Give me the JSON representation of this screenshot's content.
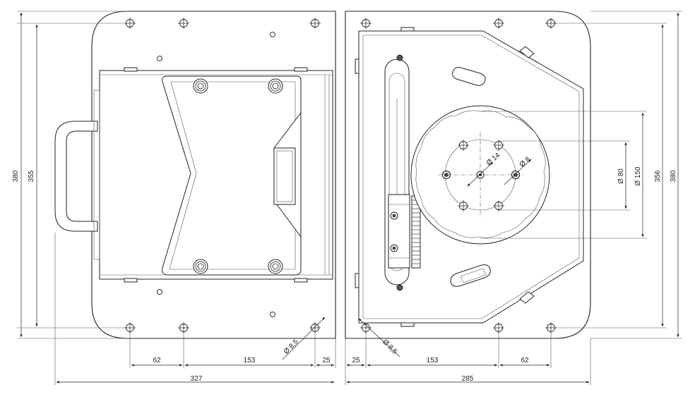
{
  "left_view": {
    "dims": {
      "height_outer": "380",
      "height_inner": "355",
      "bottom_62": "62",
      "bottom_153": "153",
      "bottom_25": "25",
      "overall_width": "327",
      "hole_dia": "Ø 8,5"
    }
  },
  "right_view": {
    "dims": {
      "bottom_25": "25",
      "bottom_153": "153",
      "bottom_62": "62",
      "overall_width": "285",
      "hole_dia": "Ø 8,5",
      "height_inner": "356",
      "height_outer": "380",
      "dia_150": "Ø 150",
      "dia_80": "Ø 80",
      "dia_14": "Ø 14",
      "dia_8": "Ø 8"
    }
  }
}
